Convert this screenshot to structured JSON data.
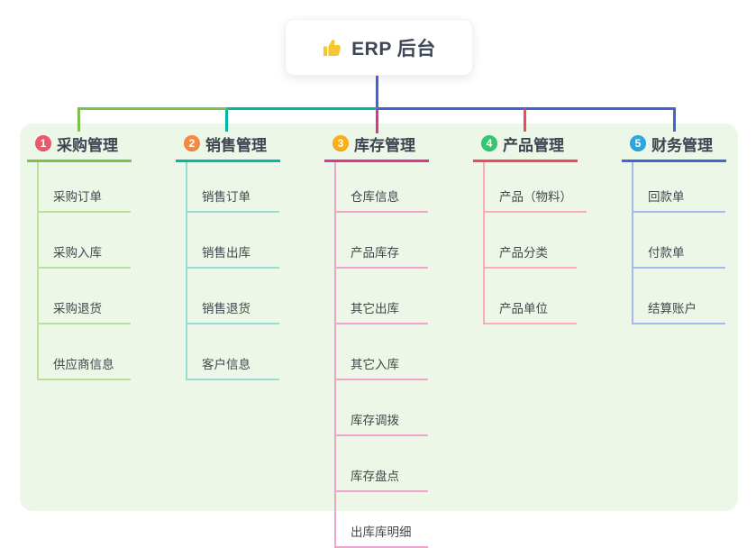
{
  "root": {
    "label": "ERP 后台",
    "icon": "thumbs-up-icon",
    "icon_color": "#f7c531",
    "trunk_color": "#4163d8"
  },
  "branches": [
    {
      "number": "1",
      "title": "采购管理",
      "badge_color": "#f0566e",
      "line_color": "#7cc24a",
      "light_color": "#bce09a",
      "children": [
        "采购订单",
        "采购入库",
        "采购退货",
        "供应商信息"
      ]
    },
    {
      "number": "2",
      "title": "销售管理",
      "badge_color": "#f6883f",
      "line_color": "#00b7a8",
      "light_color": "#97dcd3",
      "children": [
        "销售订单",
        "销售出库",
        "销售退货",
        "客户信息"
      ]
    },
    {
      "number": "3",
      "title": "库存管理",
      "badge_color": "#fbae17",
      "line_color": "#da3591",
      "light_color": "#f1a3ce",
      "children": [
        "仓库信息",
        "产品库存",
        "其它出库",
        "其它入库",
        "库存调拨",
        "库存盘点",
        "出库库明细"
      ]
    },
    {
      "number": "4",
      "title": "产品管理",
      "badge_color": "#2fc96e",
      "line_color": "#f2495a",
      "light_color": "#f9aeb5",
      "children": [
        "产品（物料）",
        "产品分类",
        "产品单位"
      ]
    },
    {
      "number": "5",
      "title": "财务管理",
      "badge_color": "#2ba6df",
      "line_color": "#4163d8",
      "light_color": "#a8b8ec",
      "children": [
        "回款单",
        "付款单",
        "结算账户"
      ]
    }
  ],
  "panel_color": "#edf7e8"
}
